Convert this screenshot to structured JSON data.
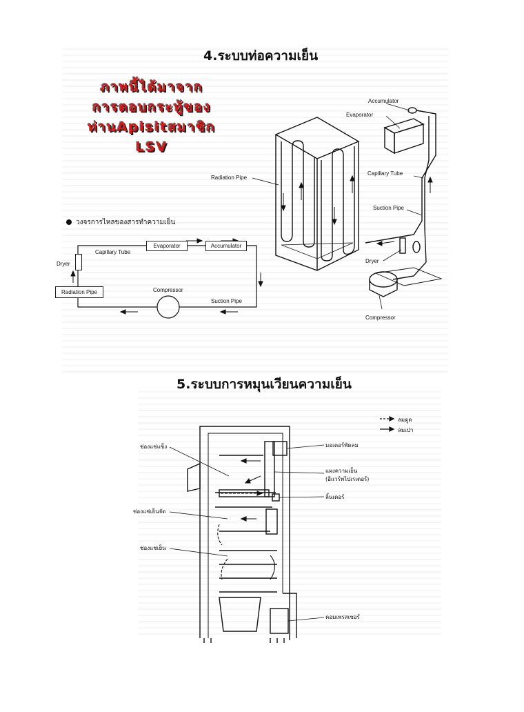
{
  "section4": {
    "title": "4.ระบบท่อความเย็น",
    "stamp_lines": [
      "ภาพนี้ได้มาจาก",
      "การตอบกระทู้ของ",
      "ท่านApisitสมาชิก",
      "LSV"
    ],
    "labels": {
      "accumulator": "Accumulator",
      "evaporator": "Evaporator",
      "radiation_pipe": "Radiation Pipe",
      "capillary_tube": "Capillary Tube",
      "suction_pipe": "Suction Pipe",
      "dryer": "Dryer",
      "compressor": "Compressor"
    },
    "flow": {
      "heading": "วงจรการไหลของสารทำความเย็น",
      "capillary_tube": "Capillary Tube",
      "evaporator": "Evaporator",
      "accumulator": "Accumulator",
      "dryer": "Dryer",
      "radiation_pipe": "Radiation Pipe",
      "compressor": "Compressor",
      "suction_pipe": "Suction Pipe"
    }
  },
  "section5": {
    "title": "5.ระบบการหมุนเวียนความเย็น",
    "legend": {
      "suction": "ลมดูด",
      "blow": "ลมเป่า"
    },
    "labels": {
      "freezer": "ช่องแช่แข็ง",
      "fan_motor": "มอเตอร์พัดลม",
      "evaporator_line1": "แผงความเย็น",
      "evaporator_line2": "(อีแวร์พไปเรเตอร์)",
      "chiller": "ช่องแช่เย็นจัด",
      "damper": "ลิ้นเดอร์",
      "fridge": "ช่องแช่เย็น",
      "compressor": "คอมเพรสเซอร์"
    }
  }
}
